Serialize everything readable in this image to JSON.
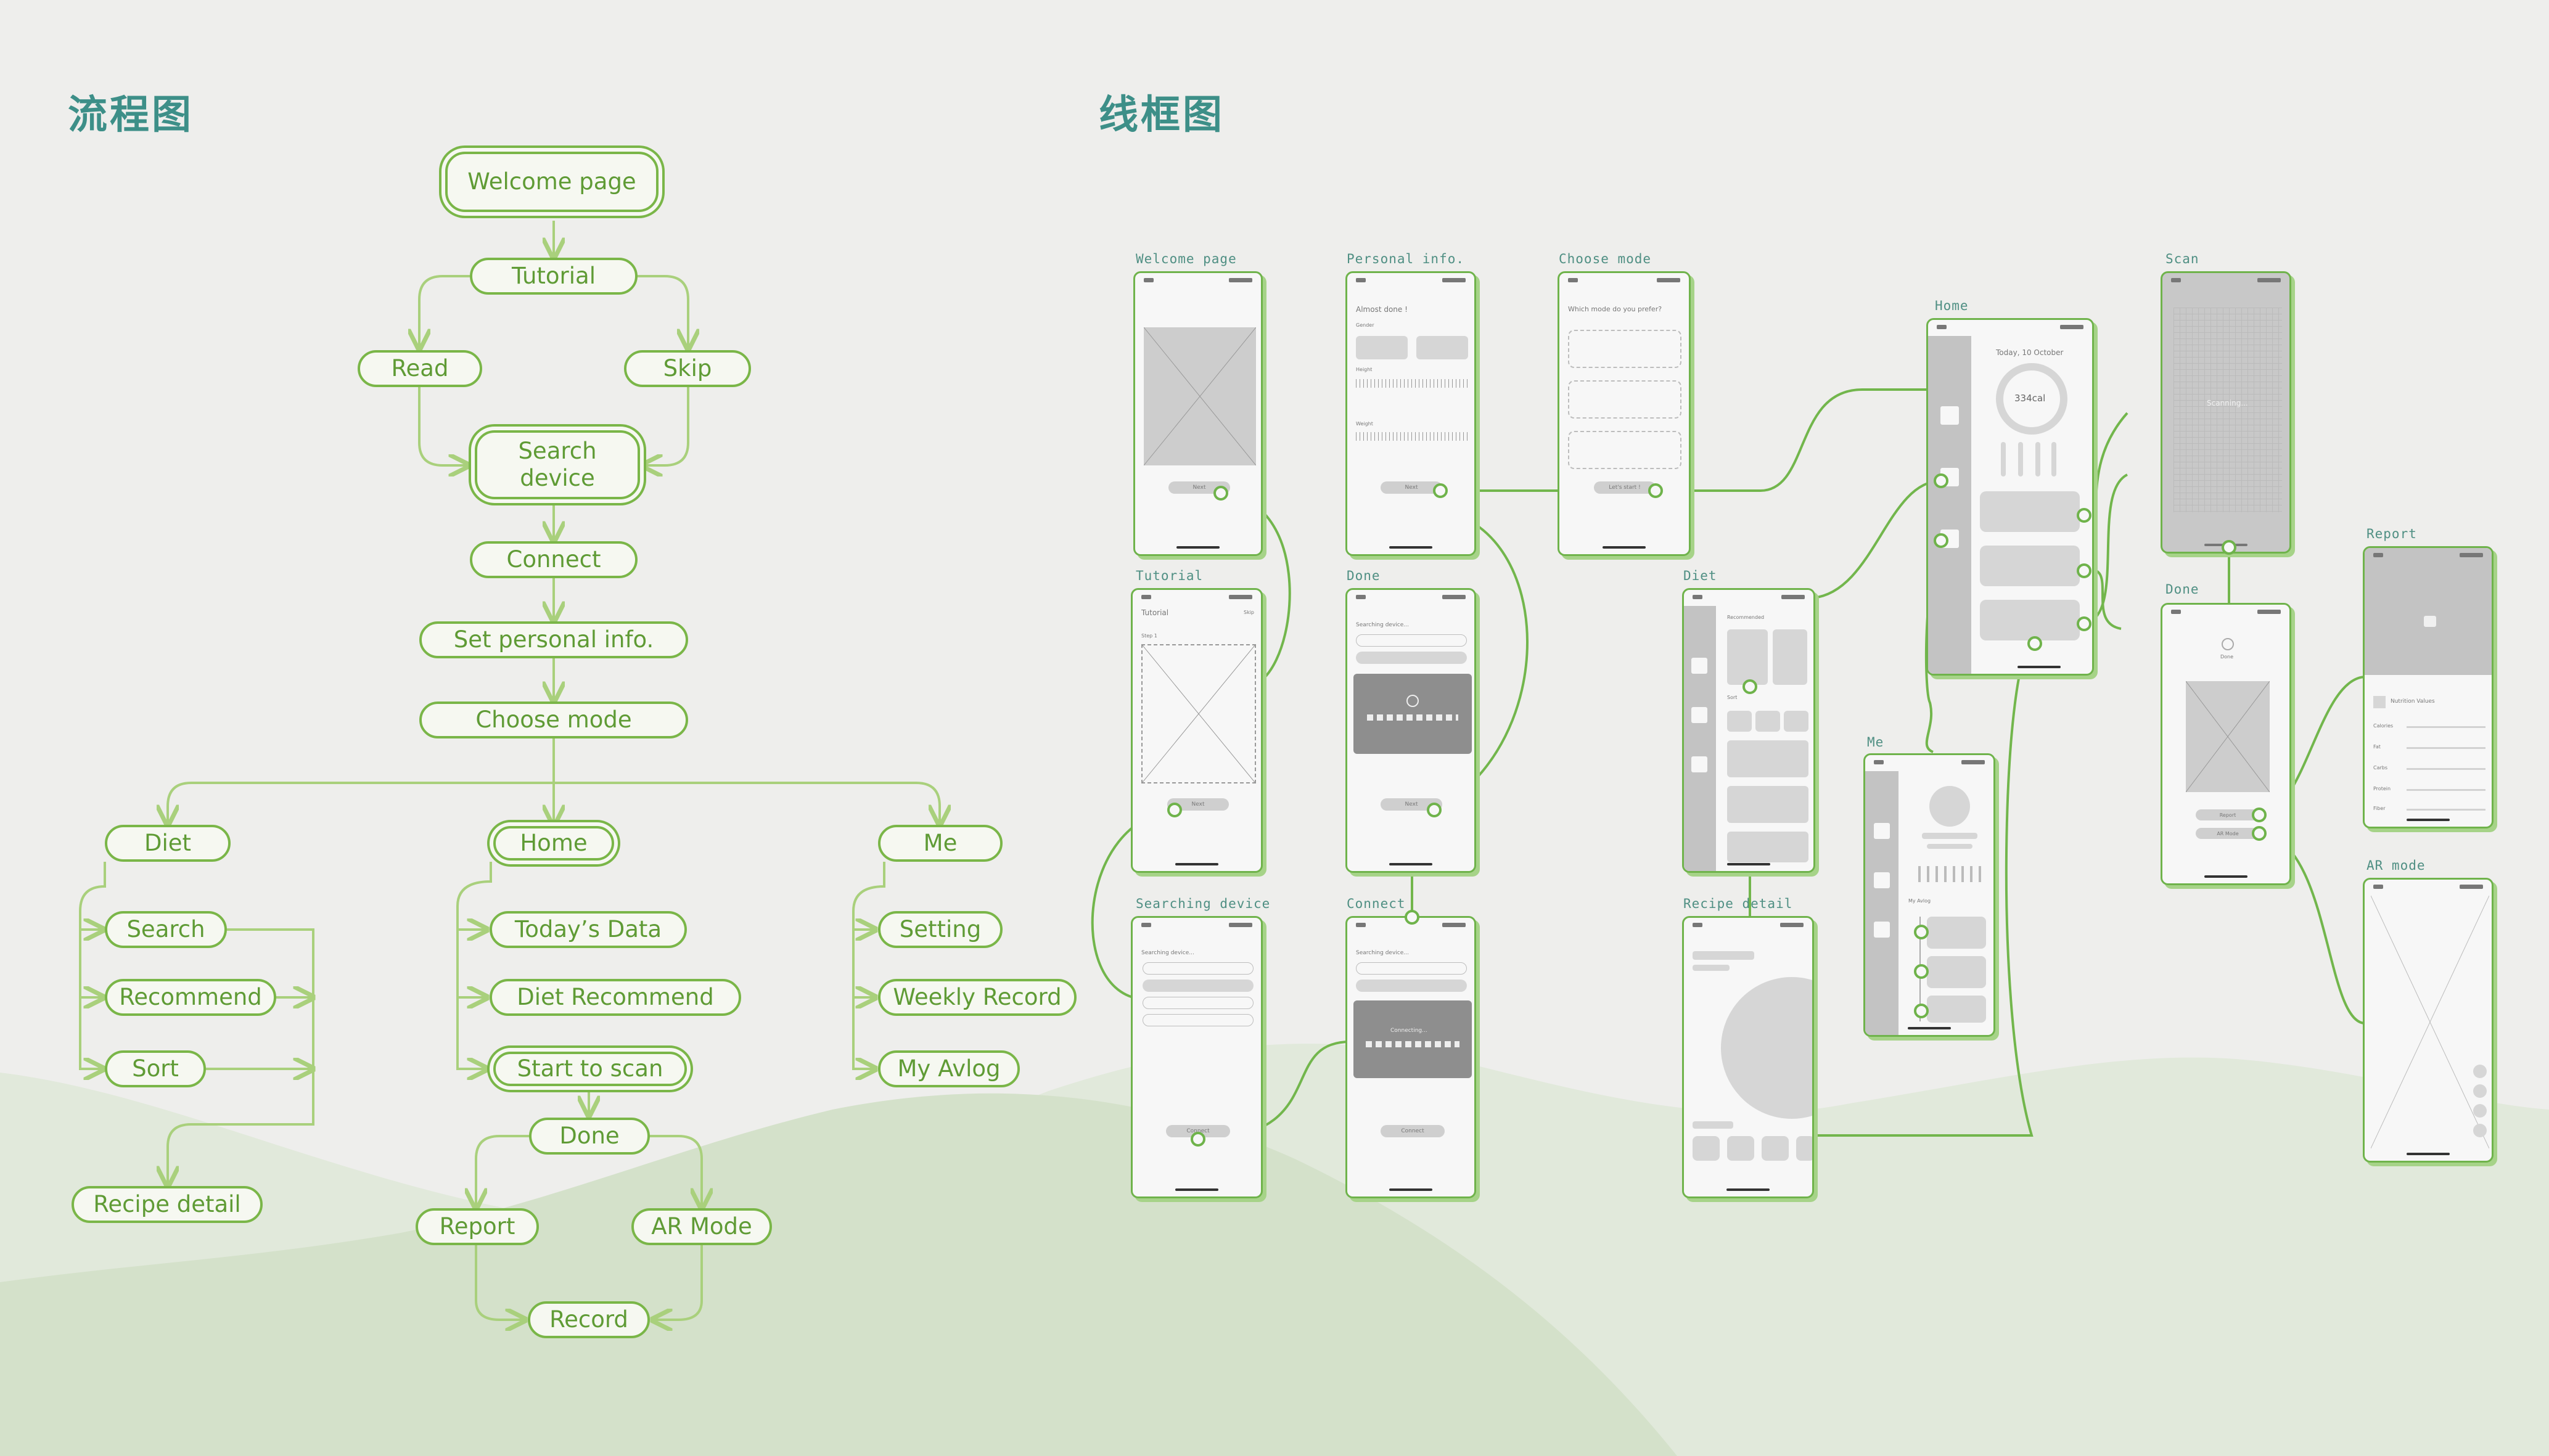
{
  "headings": {
    "flowchart": "流程图",
    "wireframe": "线框图"
  },
  "flow": {
    "welcome": "Welcome page",
    "tutorial": "Tutorial",
    "read": "Read",
    "skip": "Skip",
    "search_device": "Search device",
    "connect": "Connect",
    "set_info": "Set personal info.",
    "choose_mode": "Choose mode",
    "diet": "Diet",
    "home": "Home",
    "me": "Me",
    "search": "Search",
    "recommend": "Recommend",
    "sort": "Sort",
    "recipe_detail": "Recipe detail",
    "todays_data": "Today’s Data",
    "diet_recommend": "Diet Recommend",
    "start_scan": "Start to scan",
    "done": "Done",
    "report": "Report",
    "ar_mode": "AR Mode",
    "record": "Record",
    "setting": "Setting",
    "weekly_record": "Weekly Record",
    "my_avlog": "My Avlog"
  },
  "wireframes": {
    "welcome": {
      "label": "Welcome page",
      "next": "Next"
    },
    "personal": {
      "label": "Personal info.",
      "title": "Almost done !",
      "gender": "Gender",
      "height": "Height",
      "weight": "Weight",
      "next": "Next"
    },
    "choose": {
      "label": "Choose mode",
      "question": "Which mode do you prefer?",
      "button": "Let's start !"
    },
    "home": {
      "label": "Home",
      "date": "Today, 10 October",
      "kcal": "334cal"
    },
    "scan": {
      "label": "Scan",
      "status": "Scanning..."
    },
    "report": {
      "label": "Report",
      "section": "Nutrition Values",
      "rows": [
        "Calories",
        "Fat",
        "Carbs",
        "Protein",
        "Fiber"
      ]
    },
    "done_scan": {
      "label": "Done",
      "status": "Done",
      "report": "Report",
      "ar": "AR Mode"
    },
    "ar": {
      "label": "AR mode"
    },
    "tutorial": {
      "label": "Tutorial",
      "title": "Tutorial",
      "skip": "Skip",
      "step": "Step 1",
      "next": "Next"
    },
    "done_setup": {
      "label": "Done",
      "status": "Searching device...",
      "next": "Next"
    },
    "diet": {
      "label": "Diet",
      "recommended": "Recommended",
      "sort": "Sort"
    },
    "me": {
      "label": "Me",
      "avlog": "My Avlog"
    },
    "searching": {
      "label": "Searching device",
      "status": "Searching device...",
      "button": "Connect"
    },
    "connect": {
      "label": "Connect",
      "status": "Searching device...",
      "connecting": "Connecting...",
      "button": "Connect"
    },
    "recipe": {
      "label": "Recipe detail"
    }
  }
}
